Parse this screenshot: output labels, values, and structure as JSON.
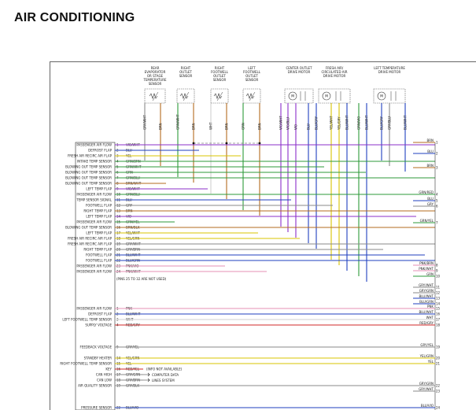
{
  "page": {
    "title": "AIR CONDITIONING"
  },
  "components": [
    {
      "id": "rear_temp_sensor",
      "lines": [
        "REAR",
        "EVAPORATOR",
        "OR STAGE",
        "TEMPERATURE",
        "SENSOR"
      ]
    },
    {
      "id": "right_outlet_sensor",
      "lines": [
        "RIGHT",
        "OUTLET",
        "SENSOR"
      ]
    },
    {
      "id": "right_footwell_sensor",
      "lines": [
        "RIGHT",
        "FOOTWELL",
        "OUTLET",
        "SENSOR"
      ]
    },
    {
      "id": "left_footwell_sensor",
      "lines": [
        "LEFT",
        "FOOTWELL",
        "OUTLET",
        "SENSOR"
      ]
    },
    {
      "id": "center_outlet_motor",
      "lines": [
        "CENTER OUTLET",
        "DRIVE MOTOR"
      ]
    },
    {
      "id": "fresh_air_motor",
      "lines": [
        "FRESH AIR/",
        "CIRCULATED AIR",
        "DRIVE MOTOR"
      ]
    },
    {
      "id": "left_temp_motor",
      "lines": [
        "LEFT TEMPERATURE",
        "DRIVE MOTOR"
      ]
    }
  ],
  "component_wires": [
    [
      "GRY/WHT",
      "BRN"
    ],
    [
      "GRN/WHT",
      "BRN"
    ],
    [
      "WHT",
      "BRN"
    ],
    [
      "GRN",
      "BRN"
    ],
    [
      "VIO/WHT",
      "VIO/BLU",
      "VIO"
    ],
    [
      "BLU",
      "BLU/GRY"
    ],
    [
      "YEL/WHT",
      "YEL/GRY",
      "BLU/WHT"
    ],
    [
      "GRN/VIO",
      "BLU/WHT"
    ],
    [
      "BLU/GRY",
      "GRY/BLU",
      "BLU/WHT"
    ]
  ],
  "pin_labels": [
    {
      "pin": "1",
      "label": "PASSENGER AIR FLOW",
      "wire": "VIO/WHT"
    },
    {
      "pin": "2",
      "label": "DEFROST FLAP",
      "wire": "BLU"
    },
    {
      "pin": "3",
      "label": "FRESH AIR RECIRC AIR FLAP",
      "wire": "YEL"
    },
    {
      "pin": "4",
      "label": "INTAKE TEMP SENSOR",
      "wire": "GRN/BRN"
    },
    {
      "pin": "5",
      "label": "BLOWING OUT TEMP SENSOR",
      "wire": "GRN/WHT"
    },
    {
      "pin": "6",
      "label": "BLOWING OUT TEMP SENSOR",
      "wire": "GRN"
    },
    {
      "pin": "7",
      "label": "BLOWING OUT TEMP SENSOR",
      "wire": "GRN/BLU"
    },
    {
      "pin": "8",
      "label": "BLOWING OUT TEMP SENSOR",
      "wire": "BRN/WHT"
    },
    {
      "pin": "9",
      "label": "LEFT TEMP FLAP",
      "wire": "VIO/WHT"
    },
    {
      "pin": "10",
      "label": "PASSENGER AIR FLOW",
      "wire": "GRN/BLU"
    },
    {
      "pin": "11",
      "label": "TEMP SENSOR SIGNAL",
      "wire": "BLU"
    },
    {
      "pin": "12",
      "label": "FOOTWELL FLAP",
      "wire": "GRY"
    },
    {
      "pin": "13",
      "label": "RIGHT TEMP FLAP",
      "wire": "BRN"
    },
    {
      "pin": "14",
      "label": "LEFT TEMP FLAP",
      "wire": "VIO"
    },
    {
      "pin": "15",
      "label": "PASSENGER AIR FLOW",
      "wire": "GRN/YEL"
    },
    {
      "pin": "16",
      "label": "BLOWING OUT TEMP SENSOR",
      "wire": "BRN/BLK"
    },
    {
      "pin": "17",
      "label": "LEFT TEMP FLAP",
      "wire": "YEL/WHT"
    },
    {
      "pin": "18",
      "label": "FRESH AIR RECIRC AIR FLAP",
      "wire": "YEL/GRN"
    },
    {
      "pin": "19",
      "label": "FRESH AIR RECIRC AIR FLAP",
      "wire": "GRY/WHT"
    },
    {
      "pin": "20",
      "label": "RIGHT TEMP FLAP",
      "wire": "GRY/BRN"
    },
    {
      "pin": "21",
      "label": "FOOTWELL FLAP",
      "wire": "BLU/WHT"
    },
    {
      "pin": "22",
      "label": "FOOTWELL FLAP",
      "wire": "BLU/GRN"
    },
    {
      "pin": "23",
      "label": "PASSENGER AIR FLOW",
      "wire": "PNK/VIO"
    },
    {
      "pin": "24",
      "label": "PASSENGER AIR FLOW",
      "wire": "PNK/WHT"
    }
  ],
  "note_text": "(PINS 25 TO 32 ARE NOT USED)",
  "lower_labels": [
    {
      "pin": "1",
      "label": "PASSENGER AIR FLOW",
      "wire": "PNK"
    },
    {
      "pin": "2",
      "label": "DEFROST FLAP",
      "wire": "BLU/WHT"
    },
    {
      "pin": "3",
      "label": "LEFT FOOTWELL TEMP SENSOR",
      "wire": "WHT"
    },
    {
      "pin": "4",
      "label": "SUPPLY VOLTAGE",
      "wire": "RED/GRY"
    },
    {
      "pin": "9",
      "label": "FEEDBACK VOLTAGE",
      "wire": "GRY/YEL"
    },
    {
      "pin": "14",
      "label": "STANDBY HEATER",
      "wire": "YEL/GRN"
    },
    {
      "pin": "15",
      "label": "RIGHT FOOTWELL TEMP SENSOR",
      "wire": "YEL"
    },
    {
      "pin": "16",
      "label": "KEY",
      "wire": "RED/YEL"
    },
    {
      "pin": "17",
      "label": "CAN HIGH",
      "wire": "GRY/GRN"
    },
    {
      "pin": "18",
      "label": "CAN LOW",
      "wire": "GRY/BRN"
    },
    {
      "pin": "19",
      "label": "AIR QUALITY SENSOR",
      "wire": "GRY/BLK"
    },
    {
      "pin": "22",
      "label": "PRESSURE SENSOR",
      "wire": "BLU/VIO"
    }
  ],
  "annotations": {
    "na": "(INFO NOT AVAILABLE)",
    "cd1": "COMPUTER DATA",
    "cd2": "LINES SYSTEM"
  },
  "right_labels": [
    {
      "text": "BRN",
      "num": "1"
    },
    {
      "text": "BLU",
      "num": "2"
    },
    {
      "text": "BRN",
      "num": "3"
    },
    {
      "text": "GRN/RED",
      "num": "4"
    },
    {
      "text": "BLU",
      "num": "5"
    },
    {
      "text": "GRY",
      "num": "6"
    },
    {
      "text": "GRN/YEL",
      "num": "7"
    },
    {
      "text": "PNK/BRN",
      "num": "8"
    },
    {
      "text": "PNK/WHT",
      "num": "9"
    },
    {
      "text": "GRN",
      "num": "10"
    },
    {
      "text": "GRY/WHT",
      "num": "11"
    },
    {
      "text": "GRY/GRN",
      "num": "12"
    },
    {
      "text": "BLU/WHT",
      "num": "13"
    },
    {
      "text": "BLU/GRN",
      "num": "14"
    },
    {
      "text": "PNK",
      "num": "15"
    },
    {
      "text": "BLU/WHT",
      "num": "16"
    },
    {
      "text": "WHT",
      "num": "17"
    },
    {
      "text": "RED/GRY",
      "num": "18"
    },
    {
      "text": "GRY/YEL",
      "num": "19"
    },
    {
      "text": "YEL/GRN",
      "num": "20"
    },
    {
      "text": "YEL",
      "num": "21"
    },
    {
      "text": "GRY/GRN",
      "num": "22"
    },
    {
      "text": "GRY/WHT",
      "num": "23"
    },
    {
      "text": "BLU/VIO",
      "num": "24"
    }
  ],
  "colors": {
    "BRN": "#b36b1e",
    "GRN": "#2e9a3a",
    "BLU": "#1f3fbf",
    "YEL": "#d9c400",
    "VIO": "#8b2fc9",
    "GRY": "#8a8a8a",
    "PNK": "#e58fb5",
    "WHT": "#cfcfcf",
    "RED": "#d02a2a",
    "BLK": "#222222"
  }
}
